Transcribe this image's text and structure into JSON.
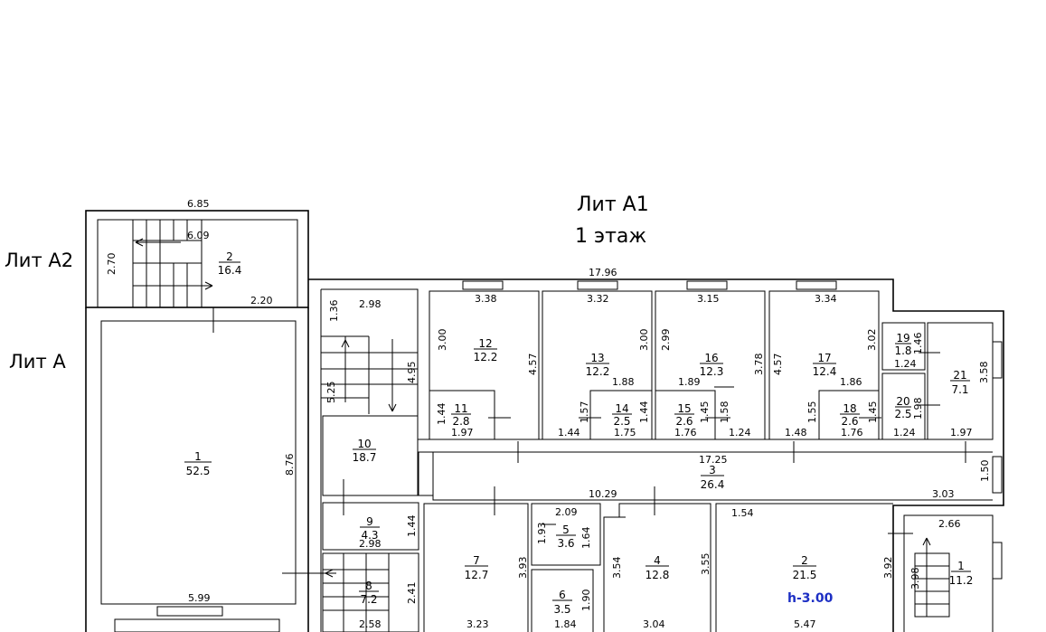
{
  "labels": {
    "lit_a1": "Лит А1",
    "floor": "1 этаж",
    "lit_a2": "Лит А2",
    "lit_a": "Лит А",
    "height": "h-3.00"
  },
  "rooms": {
    "a2_2": {
      "num": "2",
      "area": "16.4"
    },
    "a_1": {
      "num": "1",
      "area": "52.5"
    },
    "r12": {
      "num": "12",
      "area": "12.2"
    },
    "r13": {
      "num": "13",
      "area": "12.2"
    },
    "r16": {
      "num": "16",
      "area": "12.3"
    },
    "r17": {
      "num": "17",
      "area": "12.4"
    },
    "r19": {
      "num": "19",
      "area": "1.8"
    },
    "r21": {
      "num": "21",
      "area": "7.1"
    },
    "r11": {
      "num": "11",
      "area": "2.8"
    },
    "r14": {
      "num": "14",
      "area": "2.5"
    },
    "r15": {
      "num": "15",
      "area": "2.6"
    },
    "r18": {
      "num": "18",
      "area": "2.6"
    },
    "r20": {
      "num": "20",
      "area": "2.5"
    },
    "r10": {
      "num": "10",
      "area": "18.7"
    },
    "r3": {
      "num": "3",
      "area": "26.4"
    },
    "r9": {
      "num": "9",
      "area": "4.3"
    },
    "r8": {
      "num": "8",
      "area": "7.2"
    },
    "r7": {
      "num": "7",
      "area": "12.7"
    },
    "r5": {
      "num": "5",
      "area": "3.6"
    },
    "r6": {
      "num": "6",
      "area": "3.5"
    },
    "r4": {
      "num": "4",
      "area": "12.8"
    },
    "r2": {
      "num": "2",
      "area": "21.5"
    },
    "r1": {
      "num": "1",
      "area": "11.2"
    }
  },
  "dims": {
    "d685": "6.85",
    "d609": "6.09",
    "d270": "2.70",
    "d220": "2.20",
    "d1796": "17.96",
    "d136": "1.36",
    "d298a": "2.98",
    "d338": "3.38",
    "d332": "3.32",
    "d315": "3.15",
    "d334": "3.34",
    "d300a": "3.00",
    "d457a": "4.57",
    "d300b": "3.00",
    "d299": "2.99",
    "d378": "3.78",
    "d457b": "4.57",
    "d302": "3.02",
    "d146": "1.46",
    "d124a": "1.24",
    "d358": "3.58",
    "d188": "1.88",
    "d189": "1.89",
    "d186a": "1.86",
    "d495": "4.95",
    "d525": "5.25",
    "d144a": "1.44",
    "d197a": "1.97",
    "d157": "1.57",
    "d144b": "1.44",
    "d175": "1.75",
    "d144c": "1.44",
    "d176a": "1.76",
    "d145a": "1.45",
    "d158": "1.58",
    "d124b": "1.24",
    "d148": "1.48",
    "d155": "1.55",
    "d176b": "1.76",
    "d145b": "1.45",
    "d124c": "1.24",
    "d198": "1.98",
    "d197b": "1.97",
    "d876": "8.76",
    "d1725": "17.25",
    "d150": "1.50",
    "d1029": "10.29",
    "d303": "3.03",
    "d144d": "1.44",
    "d298b": "2.98",
    "d209": "2.09",
    "d193": "1.93",
    "d164": "1.64",
    "d154": "1.54",
    "d266": "2.66",
    "d393": "3.93",
    "d354": "3.54",
    "d355": "3.55",
    "d392": "3.92",
    "d398": "3.98",
    "d241": "2.41",
    "d190": "1.90",
    "d599": "5.99",
    "d258": "2.58",
    "d323": "3.23",
    "d184": "1.84",
    "d304": "3.04",
    "d547": "5.47"
  }
}
